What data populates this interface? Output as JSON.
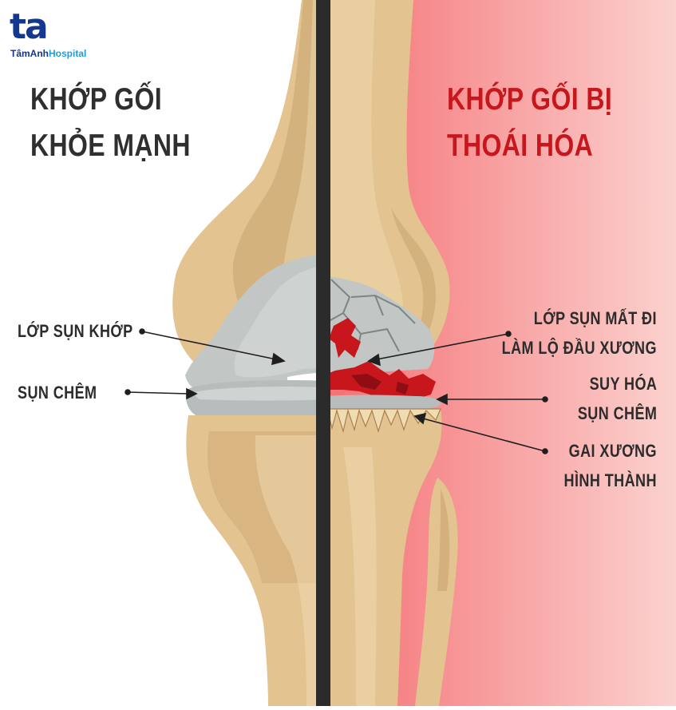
{
  "logo": {
    "mark": "ta",
    "name_part1": "TâmAnh",
    "name_part2": "Hospital"
  },
  "left_panel": {
    "title_line1": "KHỚP GỐI",
    "title_line2": "KHỎE MẠNH",
    "labels": {
      "cartilage": "LỚP SỤN KHỚP",
      "meniscus": "SỤN CHÊM"
    }
  },
  "right_panel": {
    "title_line1": "KHỚP GỐI BỊ",
    "title_line2": "THOÁI HÓA",
    "labels": {
      "lost_cartilage_line1": "LỚP SỤN MẤT ĐI",
      "lost_cartilage_line2": "LÀM LỘ ĐẦU XƯƠNG",
      "degenerated_meniscus_line1": "SUY HÓA",
      "degenerated_meniscus_line2": "SỤN CHÊM",
      "bone_spurs_line1": "GAI XƯƠNG",
      "bone_spurs_line2": "HÌNH THÀNH"
    }
  },
  "colors": {
    "bone": "#e3c38f",
    "bone_dark": "#c9a470",
    "bone_light": "#f0dcb3",
    "cartilage": "#c2c7c6",
    "damage_red": "#c8161d",
    "title_dark": "#2f2f2f",
    "divider": "#2b2b2b",
    "right_bg_left": "#f56f73",
    "right_bg_right": "#fbd2cf",
    "logo_blue": "#14388f",
    "logo_cyan": "#1c9fd8"
  }
}
